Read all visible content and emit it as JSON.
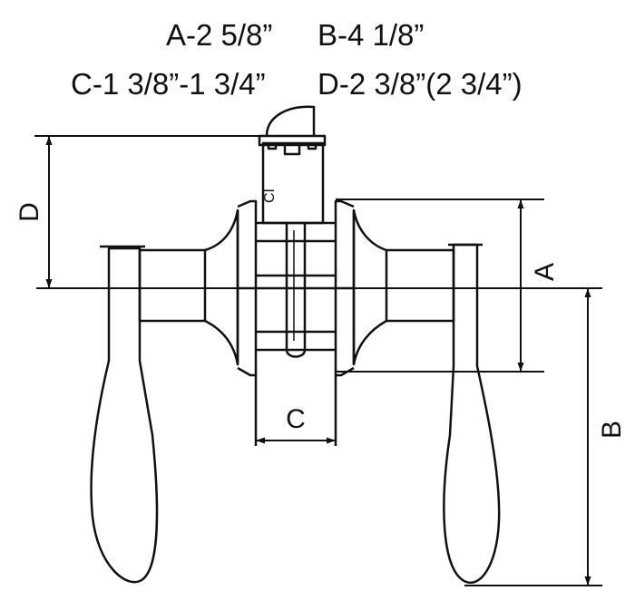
{
  "specs": {
    "a": "A-2 5/8”",
    "b": "B-4 1/8”",
    "c": "C-1 3/8”-1 3/4”",
    "d": "D-2 3/8”(2 3/4”)"
  },
  "dimension_labels": {
    "a": "A",
    "b": "B",
    "c": "C",
    "d": "D"
  },
  "cylinder_mark": "CI",
  "colors": {
    "line": "#111111",
    "background": "#ffffff"
  }
}
